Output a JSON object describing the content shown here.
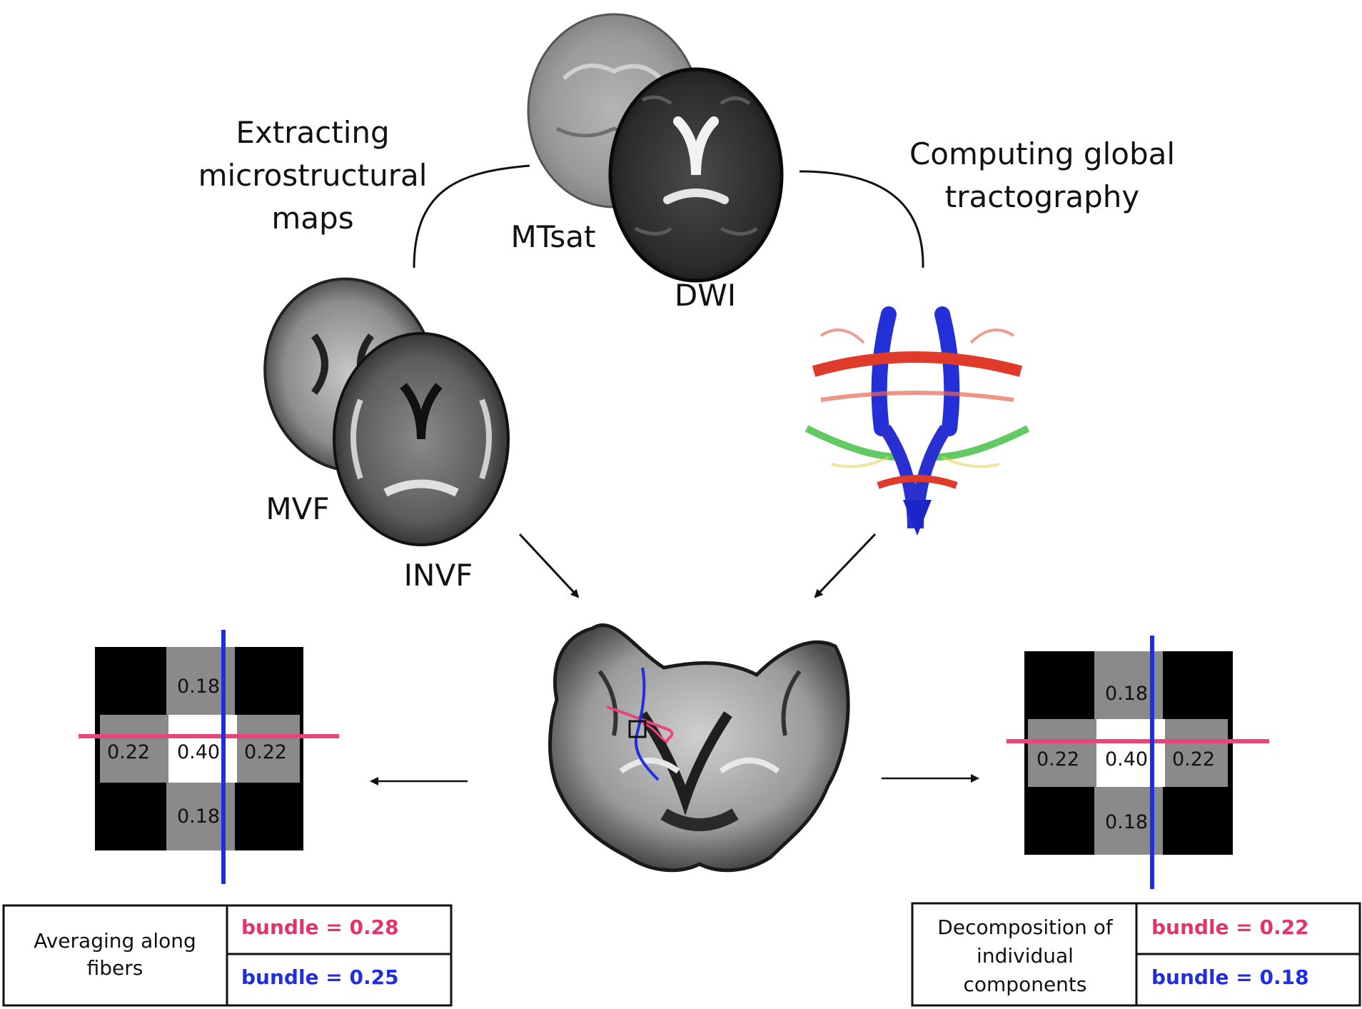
{
  "labels": {
    "extracting": [
      "Extracting",
      "microstructural",
      "maps"
    ],
    "computing": [
      "Computing global",
      "tractography"
    ],
    "mtsat": "MTsat",
    "dwi": "DWI",
    "mvf": "MVF",
    "invf": "INVF"
  },
  "grid_left": {
    "top": "0.18",
    "left": "0.22",
    "center": "0.40",
    "right": "0.22",
    "bottom": "0.18"
  },
  "grid_right": {
    "top": "0.18",
    "left": "0.22",
    "center": "0.40",
    "right": "0.22",
    "bottom": "0.18"
  },
  "table_left": {
    "method": [
      "Averaging along",
      "fibers"
    ],
    "pink_value": "bundle = 0.28",
    "blue_value": "bundle = 0.25"
  },
  "table_right": {
    "method": [
      "Decomposition of",
      "individual",
      "components"
    ],
    "pink_value": "bundle = 0.22",
    "blue_value": "bundle = 0.18"
  },
  "colors": {
    "pink_bundle": "#e8457a",
    "blue_bundle": "#1f2fe0",
    "table_pink_text": "#e2336f",
    "table_blue_text": "#1f2fe0"
  }
}
